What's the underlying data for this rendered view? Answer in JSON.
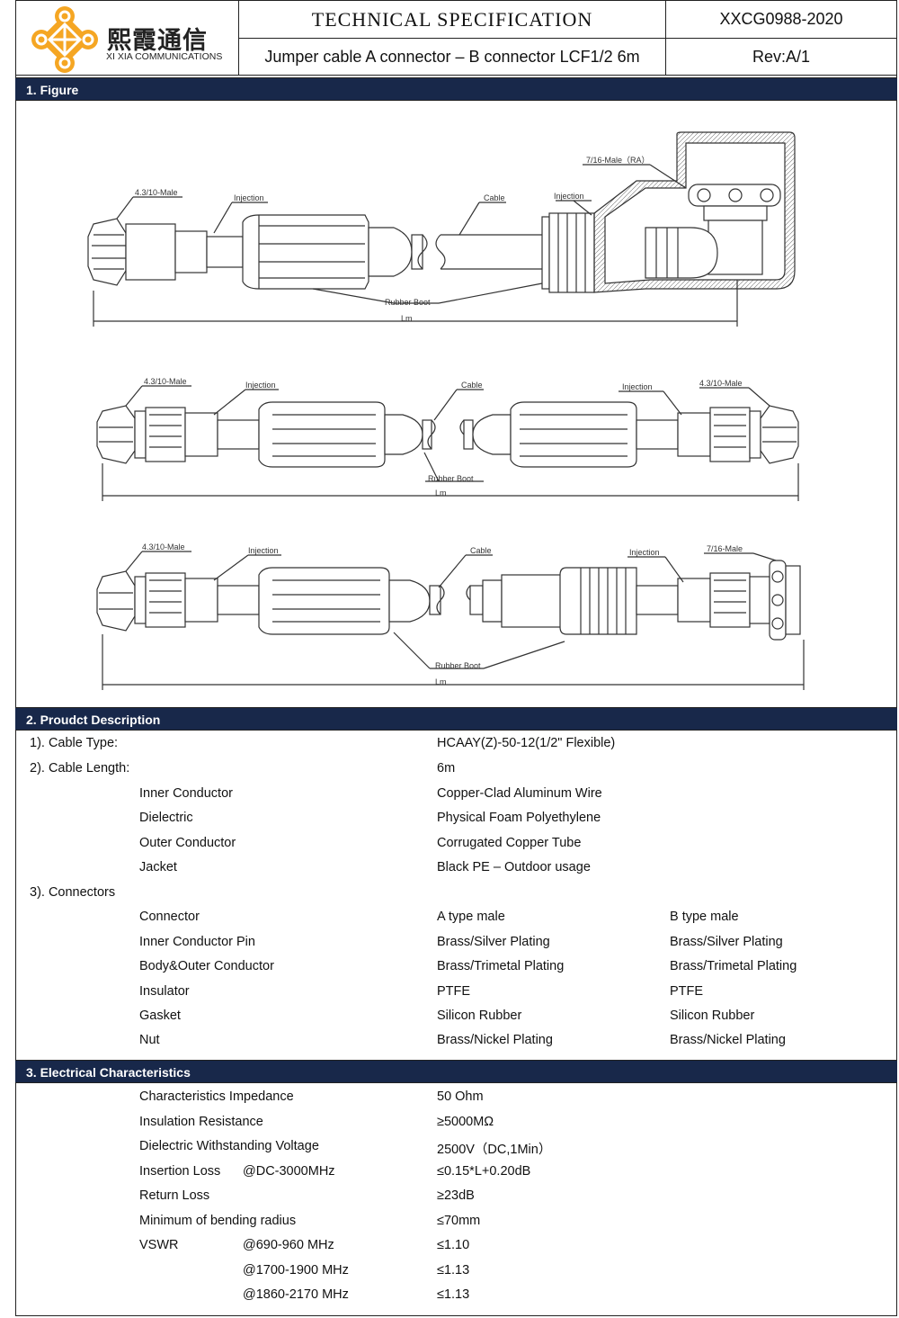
{
  "header": {
    "logo_zh": "熙霞通信",
    "logo_en": "XI XIA COMMUNICATIONS",
    "title": "TECHNICAL SPECIFICATION",
    "subtitle": "Jumper cable A connector – B connector LCF1/2 6m",
    "doc_no": "XXCG0988-2020",
    "rev": "Rev:A/1",
    "logo_color": "#f5a623"
  },
  "sections": {
    "figure": "1. Figure",
    "description": "2. Proudct Description",
    "electrical": "3. Electrical Characteristics"
  },
  "figure_labels": {
    "d1": {
      "a": "4.3/10-Male",
      "inj1": "Injection",
      "cable": "Cable",
      "inj2": "Injection",
      "b": "7/16-Male（RA）",
      "boot": "Rubber Boot",
      "lm": "Lm"
    },
    "d2": {
      "a": "4.3/10-Male",
      "inj1": "Injection",
      "cable": "Cable",
      "inj2": "Injection",
      "b": "4.3/10-Male",
      "boot": "Rubber Boot",
      "lm": "Lm"
    },
    "d3": {
      "a": "4.3/10-Male",
      "inj1": "Injection",
      "cable": "Cable",
      "inj2": "Injection",
      "b": "7/16-Male",
      "boot": "Rubber Boot",
      "lm": "Lm"
    }
  },
  "description": {
    "cable_type_label": "1). Cable Type:",
    "cable_type_value": "HCAAY(Z)-50-12(1/2\" Flexible)",
    "cable_length_label": "2). Cable Length:",
    "cable_length_value": "6m",
    "cable_rows": [
      {
        "label": "Inner Conductor",
        "value": "Copper-Clad Aluminum Wire"
      },
      {
        "label": "Dielectric",
        "value": "Physical Foam Polyethylene"
      },
      {
        "label": "Outer Conductor",
        "value": "Corrugated Copper Tube"
      },
      {
        "label": "Jacket",
        "value": "Black PE – Outdoor usage"
      }
    ],
    "connectors_label": "3). Connectors",
    "connector_rows": [
      {
        "label": "Connector",
        "a": "A type male",
        "b": "B type male"
      },
      {
        "label": "Inner Conductor Pin",
        "a": "Brass/Silver Plating",
        "b": "Brass/Silver Plating"
      },
      {
        "label": "Body&Outer Conductor",
        "a": "Brass/Trimetal Plating",
        "b": "Brass/Trimetal Plating"
      },
      {
        "label": "Insulator",
        "a": "PTFE",
        "b": "PTFE"
      },
      {
        "label": "Gasket",
        "a": "Silicon Rubber",
        "b": "Silicon Rubber"
      },
      {
        "label": "Nut",
        "a": "Brass/Nickel Plating",
        "b": "Brass/Nickel Plating"
      }
    ]
  },
  "electrical": {
    "rows": [
      {
        "label": "Characteristics Impedance",
        "cond": "",
        "value": "50 Ohm"
      },
      {
        "label": "Insulation Resistance",
        "cond": "",
        "value": "≥5000MΩ"
      },
      {
        "label": "Dielectric Withstanding Voltage",
        "cond": "",
        "value": "2500V（DC,1Min）"
      },
      {
        "label": "Insertion Loss",
        "cond": "@DC-3000MHz",
        "value": "≤0.15*L+0.20dB"
      },
      {
        "label": "Return Loss",
        "cond": "",
        "value": "≥23dB"
      },
      {
        "label": "Minimum of bending radius",
        "cond": "",
        "value": "≤70mm"
      },
      {
        "label": "VSWR",
        "cond": "@690-960 MHz",
        "value": "≤1.10"
      },
      {
        "label": "",
        "cond": "@1700-1900 MHz",
        "value": "≤1.13"
      },
      {
        "label": "",
        "cond": "@1860-2170 MHz",
        "value": "≤1.13"
      }
    ]
  }
}
